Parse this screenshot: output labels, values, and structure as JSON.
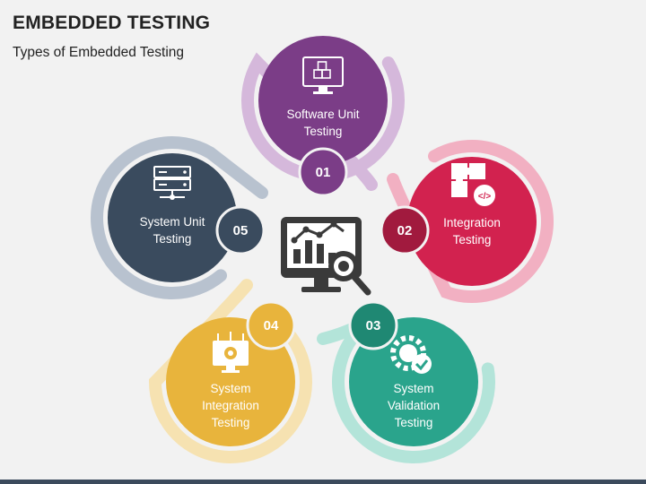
{
  "header": {
    "title": "EMBEDDED TESTING",
    "subtitle": "Types of Embedded Testing"
  },
  "center": {
    "icon": "monitor-analytics-magnifier-icon"
  },
  "items": [
    {
      "number": "01",
      "lines": [
        "Software Unit",
        "Testing"
      ],
      "icon": "monitor-cubes-icon",
      "color": "#7b3d87",
      "ring": "#d5b8db"
    },
    {
      "number": "02",
      "lines": [
        "Integration",
        "Testing"
      ],
      "icon": "puzzle-code-icon",
      "color": "#d2224f",
      "ring": "#f2b0c2"
    },
    {
      "number": "03",
      "lines": [
        "System",
        "Validation",
        "Testing"
      ],
      "icon": "gear-check-icon",
      "color": "#2aa48c",
      "ring": "#b3e4d9"
    },
    {
      "number": "04",
      "lines": [
        "System",
        "Integration",
        "Testing"
      ],
      "icon": "monitor-gear-icon",
      "color": "#e8b43c",
      "ring": "#f6e2b1"
    },
    {
      "number": "05",
      "lines": [
        "System Unit",
        "Testing"
      ],
      "icon": "server-icon",
      "color": "#3a4b5e",
      "ring": "#b8c2cf"
    }
  ]
}
